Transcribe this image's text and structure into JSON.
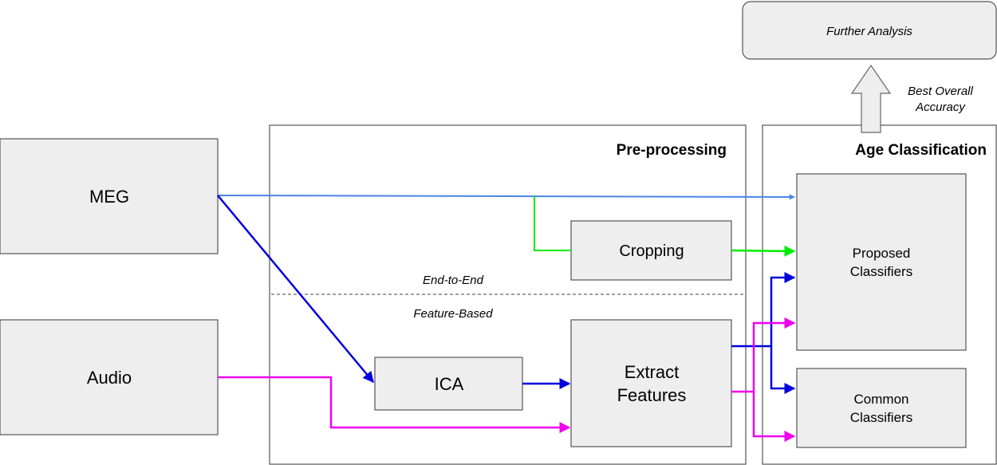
{
  "nodes": {
    "meg": "MEG",
    "audio": "Audio",
    "cropping": "Cropping",
    "ica": "ICA",
    "extract_features": [
      "Extract",
      "Features"
    ],
    "proposed_classifiers": [
      "Proposed",
      "Classifiers"
    ],
    "common_classifiers": [
      "Common",
      "Classifiers"
    ],
    "further_analysis": "Further Analysis"
  },
  "groups": {
    "preprocessing": "Pre-processing",
    "age_classification": "Age Classification"
  },
  "annotations": {
    "end_to_end": "End-to-End",
    "feature_based": "Feature-Based",
    "best_overall_accuracy": [
      "Best Overall",
      "Accuracy"
    ]
  },
  "colors": {
    "meg_direct": "#4a86e8",
    "meg_to_ica": "#0000dd",
    "cropping_path": "#00ee00",
    "audio_path": "#ee00ee",
    "features_blue": "#0000dd",
    "box_fill": "#eeeeee",
    "box_stroke": "#555555"
  }
}
